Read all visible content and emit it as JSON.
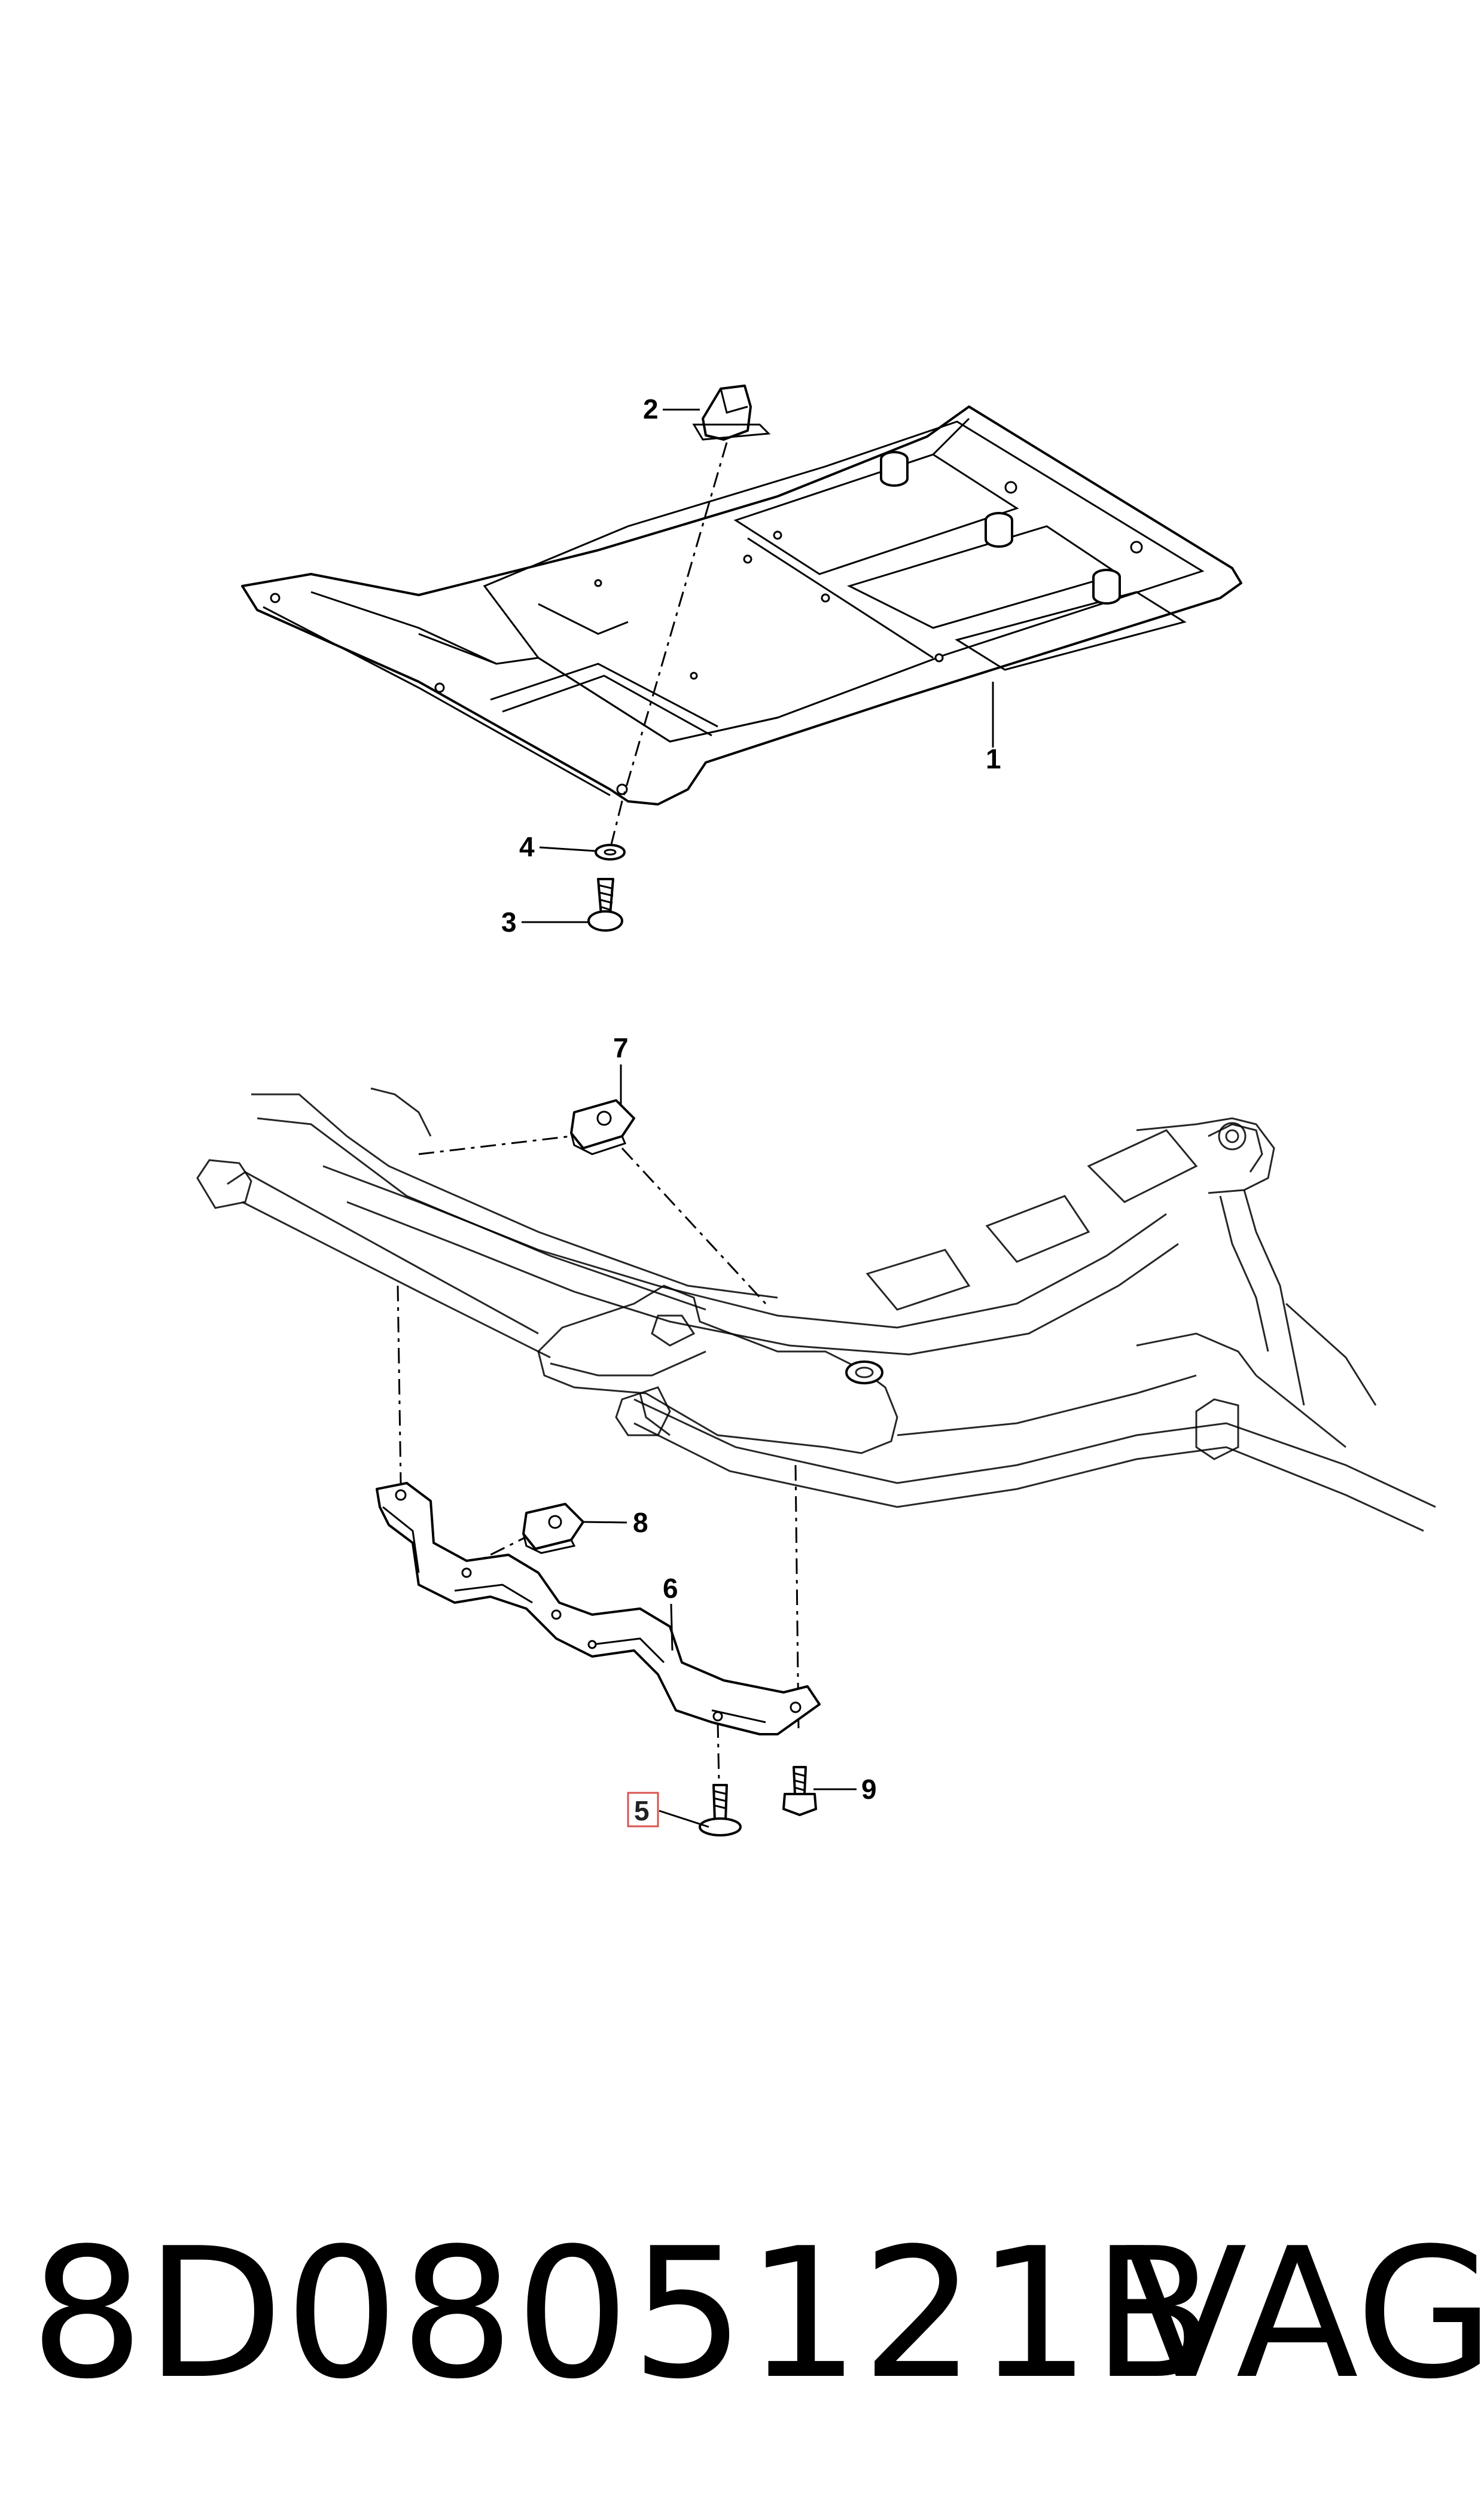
{
  "callouts": [
    {
      "id": "1",
      "label": "1"
    },
    {
      "id": "2",
      "label": "2"
    },
    {
      "id": "3",
      "label": "3"
    },
    {
      "id": "4",
      "label": "4"
    },
    {
      "id": "5",
      "label": "5",
      "highlighted": true
    },
    {
      "id": "6",
      "label": "6"
    },
    {
      "id": "7",
      "label": "7"
    },
    {
      "id": "8",
      "label": "8"
    },
    {
      "id": "9",
      "label": "9"
    }
  ],
  "footer": {
    "part_number": "8D0805121B",
    "brand": "VAG"
  },
  "colors": {
    "line": "#000000",
    "background": "#ffffff",
    "highlight_box": "#d9534f"
  }
}
